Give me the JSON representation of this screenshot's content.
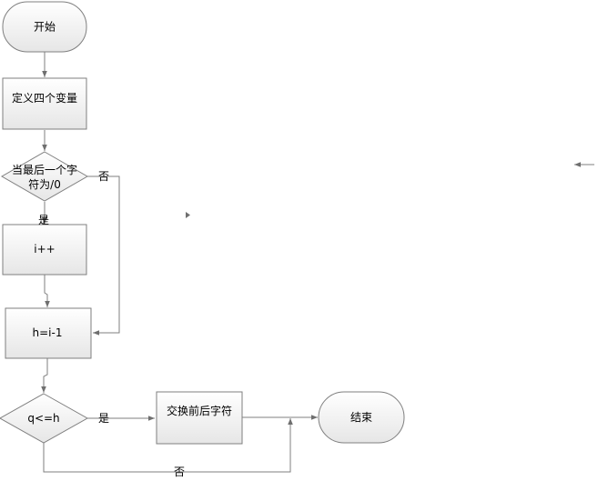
{
  "nodes": {
    "start": {
      "label": "开始"
    },
    "define": {
      "label": "定义四个变量"
    },
    "cond1": {
      "line1": "当最后一个字",
      "line2": "符为/0"
    },
    "incr": {
      "label": "i++"
    },
    "assign": {
      "label": "h=i-1"
    },
    "cond2": {
      "label": "q<=h"
    },
    "swap": {
      "label": "交换前后字符"
    },
    "end": {
      "label": "结束"
    }
  },
  "edges": {
    "cond1_no": "否",
    "cond1_yes": "是",
    "cond2_yes": "是",
    "cond2_no": "否"
  },
  "colors": {
    "stroke": "#7f7f7f",
    "fill_top": "#ffffff",
    "fill_bottom": "#e8e8e8"
  }
}
